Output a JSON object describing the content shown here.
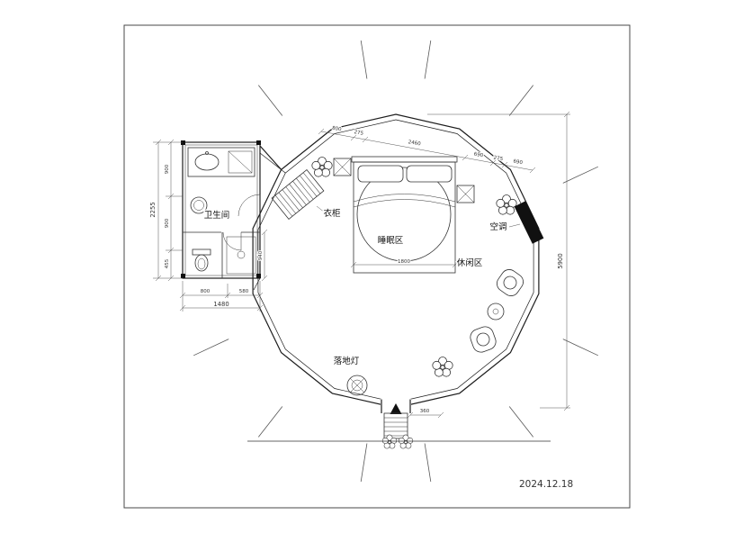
{
  "meta": {
    "date": "2024.12.18"
  },
  "labels": {
    "bathroom": "卫生间",
    "wardrobe": "衣柜",
    "sleeping_area": "睡眠区",
    "leisure_area": "休闲区",
    "air_conditioner": "空调",
    "floor_lamp": "落地灯"
  },
  "dimensions": {
    "left_total": "2255",
    "left_segments": [
      "900",
      "900",
      "455"
    ],
    "annex_width_total": "1480",
    "annex_width_segments": [
      "800",
      "580"
    ],
    "annex_side": "940",
    "top_segments": [
      "800",
      "275",
      "2460",
      "690",
      "275",
      "690"
    ],
    "bed_width": "1800",
    "entry_width": "360",
    "overall_height": "5900"
  }
}
